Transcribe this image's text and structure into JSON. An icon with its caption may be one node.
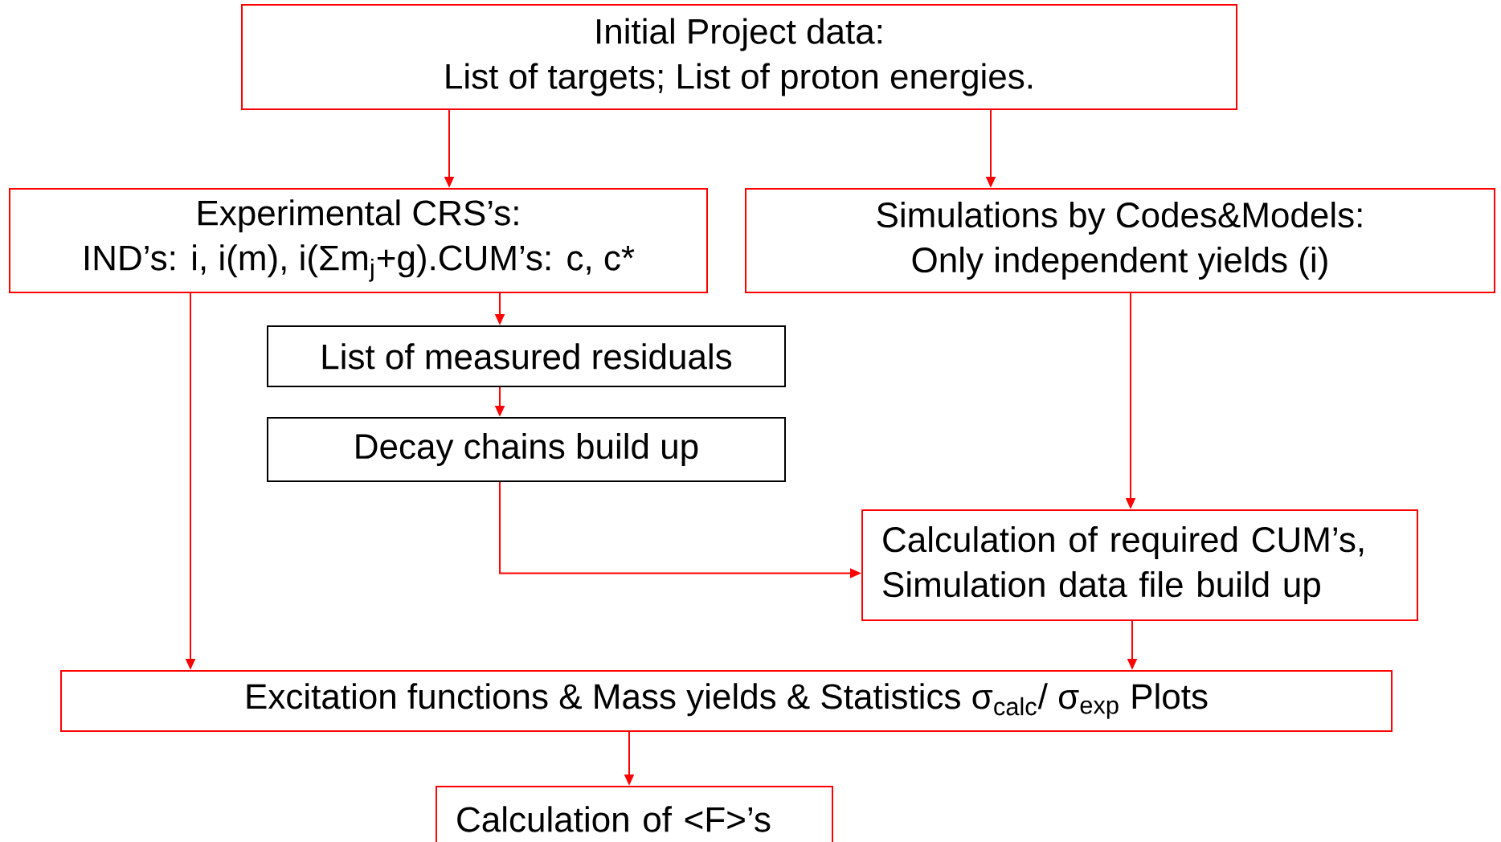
{
  "diagram": {
    "nodes": [
      {
        "text": [
          "Initial Project data:",
          "List of targets; List of proton energies."
        ]
      },
      {
        "text": [
          "Experimental CRS’s:",
          "IND’s: i, i(m), i(Σm$_{j}$+g).CUM’s: c, c*"
        ]
      },
      {
        "text": [
          "Simulations by Codes&Models:",
          "Only independent yields (i)"
        ]
      },
      {
        "text": [
          "List of measured residuals"
        ]
      },
      {
        "text": [
          "Decay chains build up"
        ]
      },
      {
        "text": [
          "Calculation of required CUM’s,",
          "Simulation data file build up"
        ]
      },
      {
        "text": [
          "Excitation functions & Mass yields & Statistics σ$_{calc}$/ σ$_{exp}$ Plots"
        ]
      },
      {
        "text": [
          "Calculation of <F>’s"
        ]
      }
    ],
    "edges": [
      {
        "from": 0,
        "to": 1,
        "arrow": "to"
      },
      {
        "from": 0,
        "to": 2,
        "arrow": "to"
      },
      {
        "from": 1,
        "to": 3,
        "arrow": "to"
      },
      {
        "from": 3,
        "to": 4,
        "arrow": "to"
      },
      {
        "from": 4,
        "to": 5,
        "arrow": "to"
      },
      {
        "from": 2,
        "to": 5,
        "arrow": "to"
      },
      {
        "from": 1,
        "to": 6,
        "arrow": "to"
      },
      {
        "from": 5,
        "to": 6,
        "arrow": "to"
      },
      {
        "from": 6,
        "to": 7,
        "arrow": "to"
      }
    ]
  }
}
